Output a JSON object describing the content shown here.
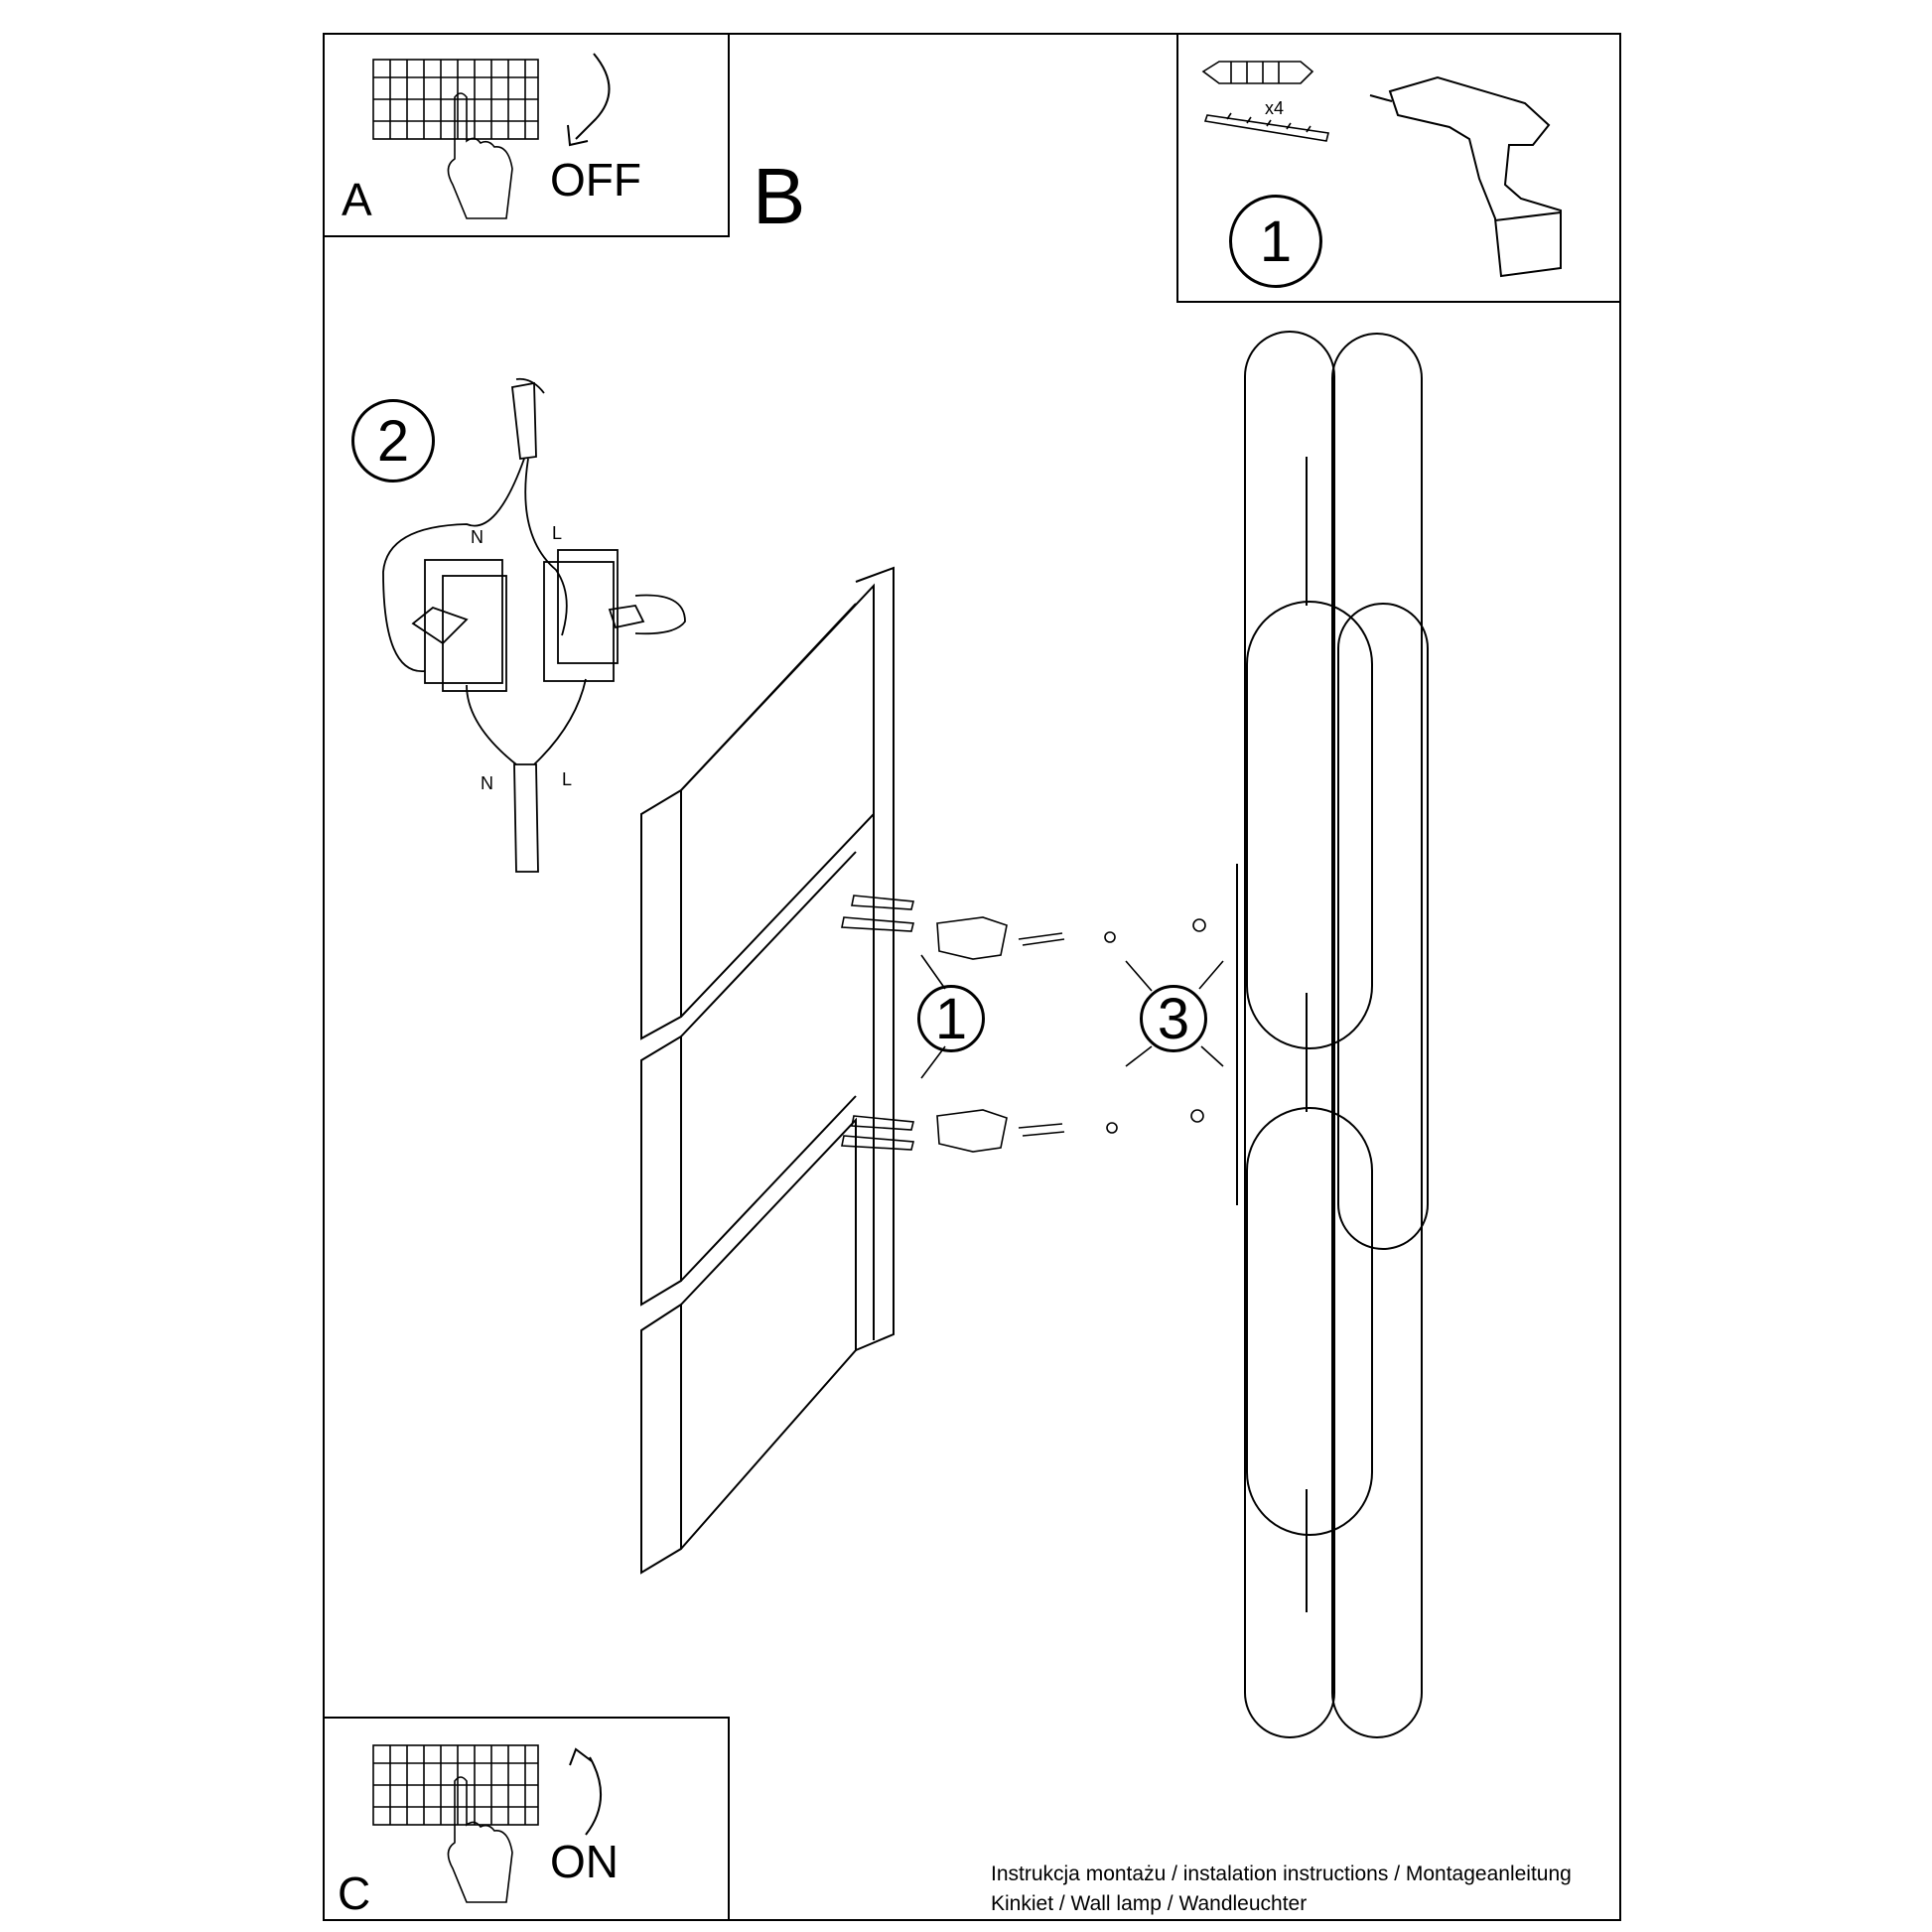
{
  "panels": {
    "a": {
      "letter": "A",
      "action": "OFF"
    },
    "b": {
      "letter": "B"
    },
    "c": {
      "letter": "C",
      "action": "ON"
    }
  },
  "tools": {
    "quantity": "x4",
    "step": "1"
  },
  "wiring": {
    "step": "2",
    "top_neutral": "N",
    "top_live": "L",
    "bottom_neutral": "N",
    "bottom_live": "L"
  },
  "mounting": {
    "step_bracket": "1",
    "step_lamp": "3"
  },
  "footer": {
    "line1": "Instrukcja montażu / instalation instructions / Montageanleitung",
    "line2": "Kinkiet / Wall lamp / Wandleuchter"
  }
}
